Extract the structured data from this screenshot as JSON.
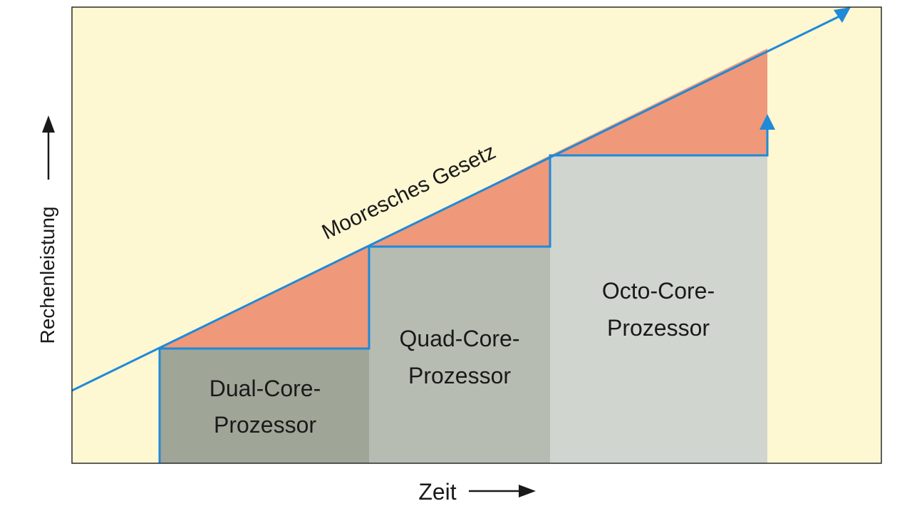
{
  "diagram": {
    "trend_label": "Mooresches Gesetz",
    "y_axis_label": "Rechenleistung",
    "x_axis_label": "Zeit",
    "blocks": [
      {
        "line1": "Dual-Core-",
        "line2": "Prozessor"
      },
      {
        "line1": "Quad-Core-",
        "line2": "Prozessor"
      },
      {
        "line1": "Octo-Core-",
        "line2": "Prozessor"
      }
    ]
  },
  "colors": {
    "background": "#fdf7d2",
    "frame": "#2b2b2b",
    "trend_line": "#1f8ad8",
    "gap_fill": "#f0987a",
    "dual_core": "#9fa597",
    "quad_core": "#b7bcb3",
    "octo_core": "#d1d5cf",
    "text": "#1a1a1a"
  }
}
